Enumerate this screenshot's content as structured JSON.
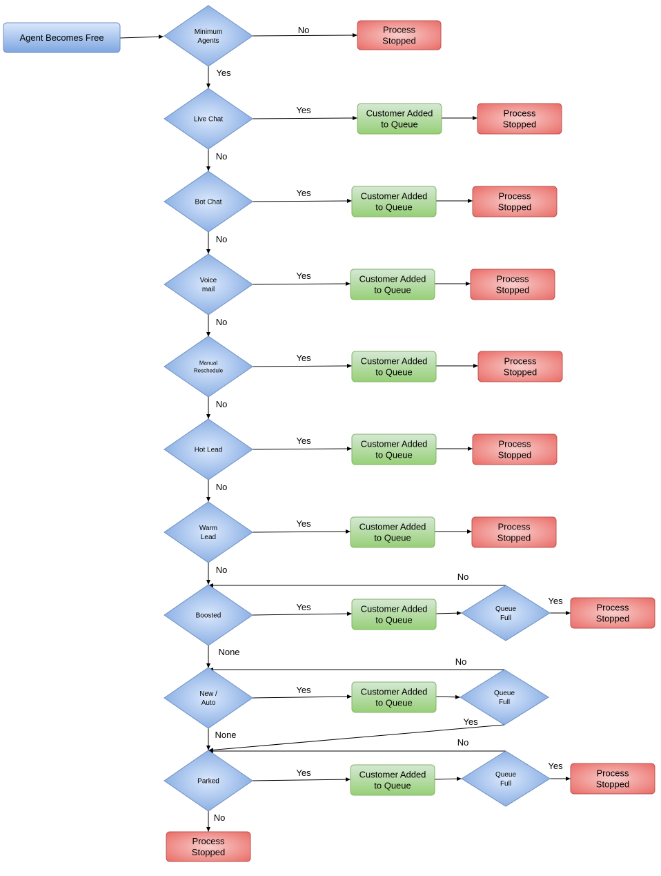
{
  "nodes": {
    "start": "Agent Becomes Free",
    "minimum_agents": "Minimum|Agents",
    "live_chat": "Live Chat",
    "bot_chat": "Bot Chat",
    "voice_mail": "Voice|mail",
    "manual_reschedule": "Manual|Reschedule",
    "hot_lead": "Hot Lead",
    "warm_lead": "Warm|Lead",
    "boosted": "Boosted",
    "new_auto": "New /|Auto",
    "parked": "Parked",
    "queue_full": "Queue|Full",
    "customer_added": "Customer Added|to Queue",
    "process_stopped": "Process|Stopped"
  },
  "edge_labels": {
    "yes": "Yes",
    "no": "No",
    "none": "None"
  },
  "colors": {
    "blue_fill_light": "#dae8fc",
    "blue_fill_dark": "#7ea6e0",
    "blue_stroke": "#6c8ebf",
    "green_fill_light": "#d5e8d4",
    "green_fill_dark": "#97d077",
    "green_stroke": "#82b366",
    "red_fill_light": "#f8cecc",
    "red_fill_dark": "#ea6b66",
    "red_stroke": "#b85450"
  }
}
